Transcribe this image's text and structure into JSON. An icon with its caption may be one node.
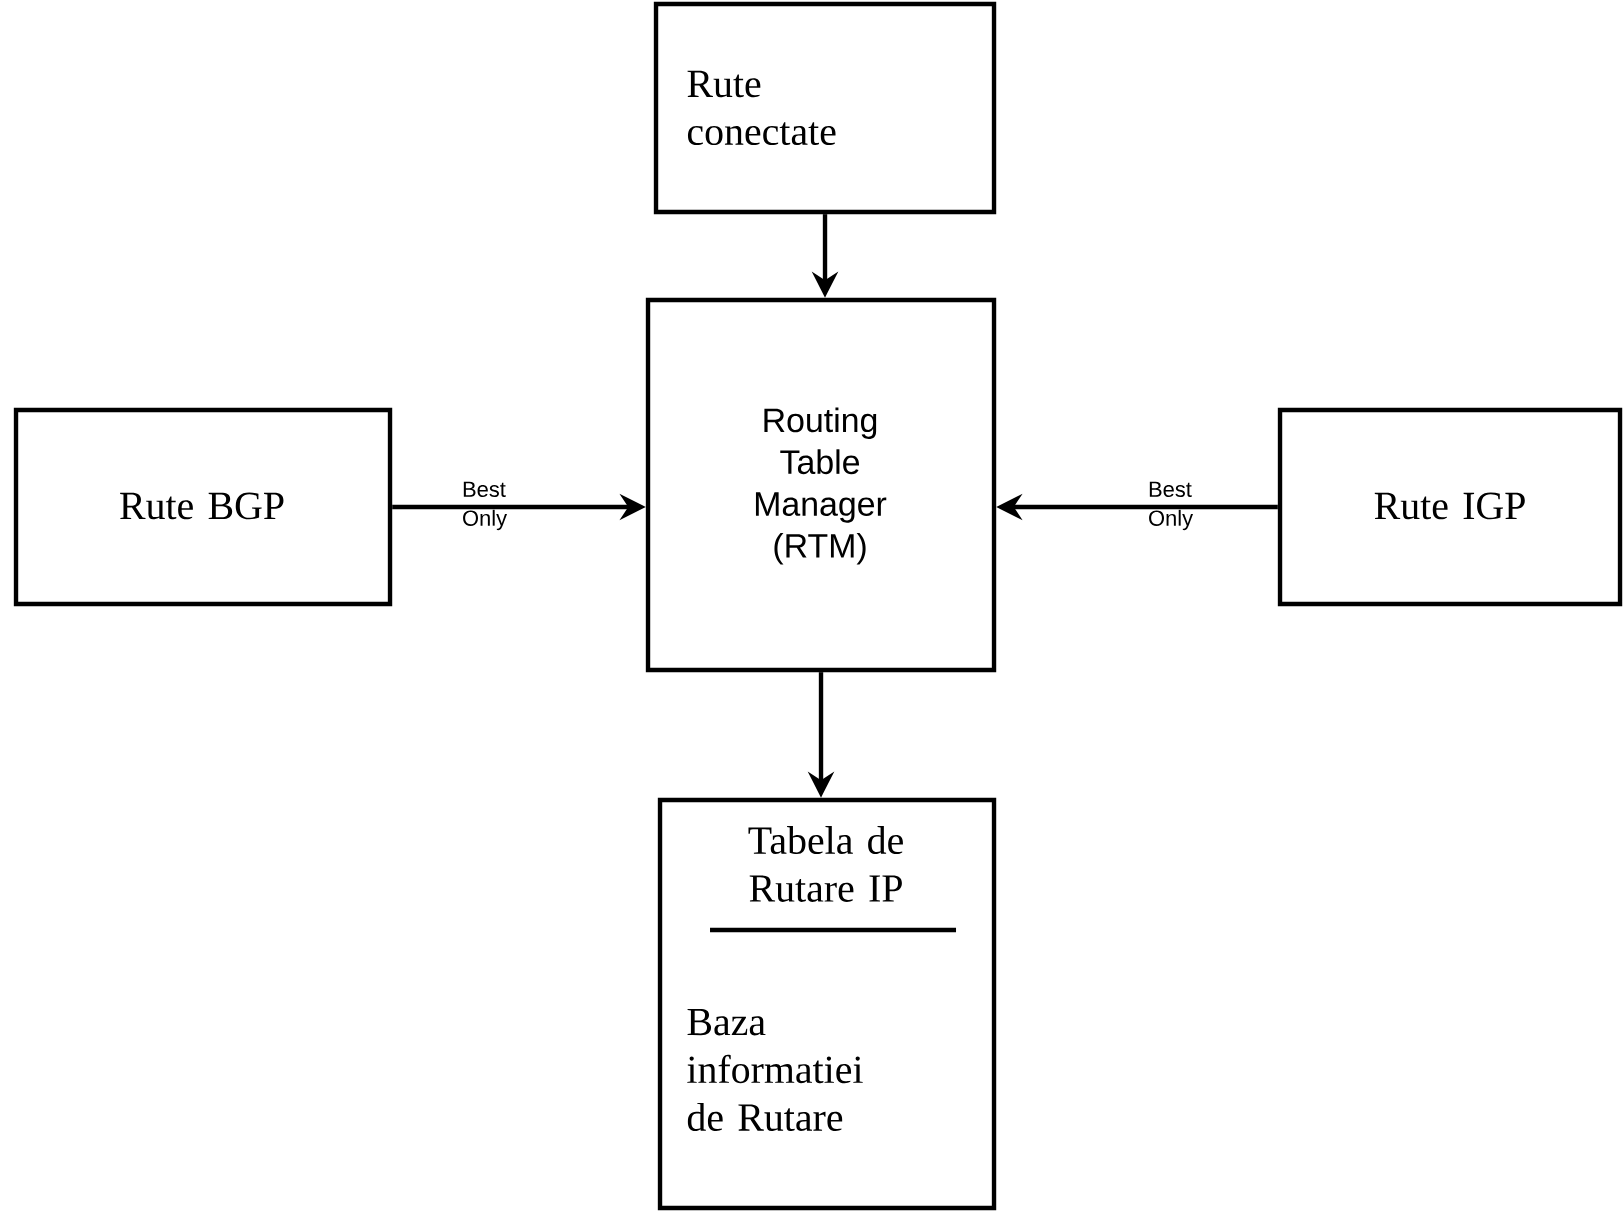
{
  "diagram": {
    "nodes": [
      {
        "text": [
          "Rute conectate"
        ]
      },
      {
        "text": [
          "Rute BGP"
        ]
      },
      {
        "text": [
          "Routing Table Manager (RTM)"
        ]
      },
      {
        "text": [
          "Rute IGP"
        ]
      },
      {
        "text": [
          "Tabela de Rutare IP",
          "Baza informatiei de Rutare"
        ]
      }
    ],
    "edges": [
      {
        "from": 0,
        "to": 2,
        "arrow": "to"
      },
      {
        "from": 1,
        "to": 2,
        "arrow": "to",
        "label": "Best Only"
      },
      {
        "from": 3,
        "to": 2,
        "arrow": "to",
        "label": "Best Only"
      },
      {
        "from": 2,
        "to": 4,
        "arrow": "to"
      }
    ]
  }
}
